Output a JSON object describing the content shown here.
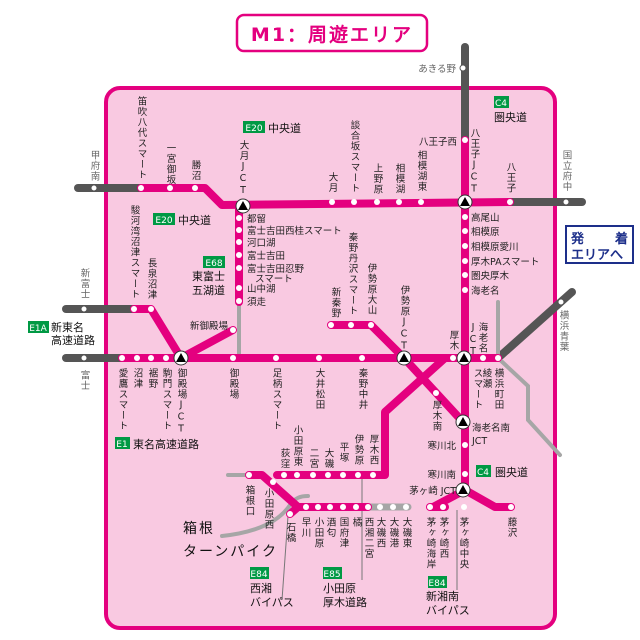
{
  "title": "M1：周遊エリア",
  "colors": {
    "route": "#e4007f",
    "area_fill": "#f9c9e1",
    "outside_route": "#555555",
    "minor_route": "#a6a6a6",
    "badge": "#009944",
    "dest_box": "#1d2f8a"
  },
  "destination_button": {
    "line1a": "発",
    "line1b": "着",
    "line2": "エリアへ"
  },
  "roads": {
    "e20_top": {
      "code": "E20",
      "name": "中央道"
    },
    "e20_mid": {
      "code": "E20",
      "name": "中央道"
    },
    "e68": {
      "code": "E68",
      "name1": "東富士",
      "name2": "五湖道"
    },
    "c4_top": {
      "code": "C4",
      "name": "圏央道"
    },
    "e1a": {
      "code": "E1A",
      "name1": "新東名",
      "name2": "高速道路"
    },
    "e1": {
      "code": "E1",
      "name": "東名高速道路"
    },
    "c4_bottom": {
      "code": "C4",
      "name": "圏央道"
    },
    "e84_seisho": {
      "code": "E84",
      "name1": "西湘",
      "name2": "バイパス"
    },
    "e85": {
      "code": "E85",
      "name1": "小田原",
      "name2": "厚木道路"
    },
    "e84_shinshonan": {
      "code": "E84",
      "name1": "新湘南",
      "name2": "バイパス"
    },
    "turnpike": {
      "name1": "箱根",
      "name2": "ターンパイク"
    }
  },
  "stations": {
    "kofuminami": "甲府南",
    "fuefuki": "笛吹八代スマート",
    "ichinomiya": "一宮御坂",
    "katsunuma": "勝沼",
    "otsuki_jct": "大月JCT",
    "otsuki": "大月",
    "dangozaka": "談合坂スマート",
    "uenohara": "上野原",
    "sagamiko": "相模湖",
    "sagamiko_higashi": "相模湖東",
    "hachioji_nishi": "八王子西",
    "hachioji_jct": "八王子JCT",
    "hachioji": "八王子",
    "kunitachi": "国立府中",
    "akiruno": "あきる野",
    "tsuru": "都留",
    "nishikatsura": "富士吉田西桂スマート",
    "kawaguchiko": "河口湖",
    "fujiyoshida": "富士吉田",
    "oshino1": "富士吉田忍野",
    "oshino2": "スマート",
    "yamanakako": "山中湖",
    "subashiri": "須走",
    "shingotemba": "新御殿場",
    "takaosan": "高尾山",
    "sagamihara": "相模原",
    "aikawa": "相模原愛川",
    "atsugi_pa": "厚木PAスマート",
    "keno_atsugi": "圏央厚木",
    "ebina": "海老名",
    "shinhadano": "新秦野",
    "tanzawa": "秦野丹沢スマート",
    "oyama": "伊勢原大山",
    "isehara_jct": "伊勢原JCT",
    "atsugi": "厚木",
    "ebina_jct1": "海老名",
    "ebina_jct2": "JCT",
    "yokohama_aoba": "横浜青葉",
    "shinfuji": "新富士",
    "fuji": "富士",
    "surugawan": "駿河湾沼津スマート",
    "nagaizumi": "長泉沼津",
    "ashitaka": "愛鷹スマート",
    "numazu": "沼津",
    "susono": "裾野",
    "komakado": "駒門スマート",
    "gotemba_jct": "御殿場JCT",
    "gotemba": "御殿場",
    "ashigara": "足柄スマート",
    "oimatsuda": "大井松田",
    "hadanonakai": "秦野中井",
    "atsugi_minami": "厚木南",
    "ayase1": "綾瀬",
    "ayase2": "スマート",
    "yokohama_machida": "横浜町田",
    "ebina_minami1": "海老名南",
    "ebina_minami2": "JCT",
    "samukawa_kita": "寒川北",
    "samukawa_minami": "寒川南",
    "chigasaki_jct": "茅ヶ崎 JCT",
    "ogikubo": "荻窪",
    "odawara_higashi": "小田原東",
    "ninomiya": "二宮",
    "oiso": "大磯",
    "hiratsuka": "平塚",
    "isehara": "伊勢原",
    "atsugi_nishi": "厚木西",
    "hakoneguchi": "箱根口",
    "odawara_nishi": "小田原西",
    "ishibashi": "石橋",
    "hayakawa": "早川",
    "odawara": "小田原",
    "sakawa": "酒匂",
    "kozu": "国府津",
    "tachibana": "橘",
    "seisho_ninomiya": "西湘二宮",
    "oiso_nishi": "大磯西",
    "oiso_ko": "大磯港",
    "oiso_higashi": "大磯東",
    "chigasaki_kaigan": "茅ヶ崎海岸",
    "chigasaki_nishi": "茅ヶ崎西",
    "chigasaki_chuo": "茅ヶ崎中央",
    "fujisawa": "藤沢"
  }
}
